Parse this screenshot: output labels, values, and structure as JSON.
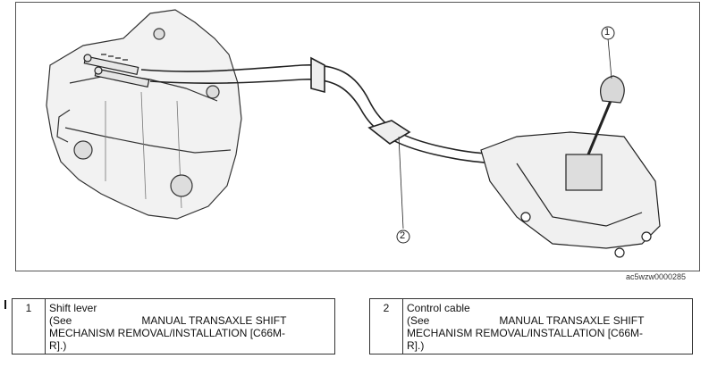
{
  "figure": {
    "callouts": [
      "1",
      "2"
    ],
    "code": "ac5wzw0000285"
  },
  "parts": [
    {
      "number": "1",
      "name": "Shift lever",
      "see_prefix": "(See",
      "see_ref_1": "MANUAL TRANSAXLE SHIFT",
      "see_ref_2": "MECHANISM REMOVAL/INSTALLATION [C66M-",
      "see_ref_3": "R].)"
    },
    {
      "number": "2",
      "name": "Control cable",
      "see_prefix": "(See",
      "see_ref_1": "MANUAL TRANSAXLE SHIFT",
      "see_ref_2": "MECHANISM REMOVAL/INSTALLATION [C66M-",
      "see_ref_3": "R].)"
    }
  ]
}
